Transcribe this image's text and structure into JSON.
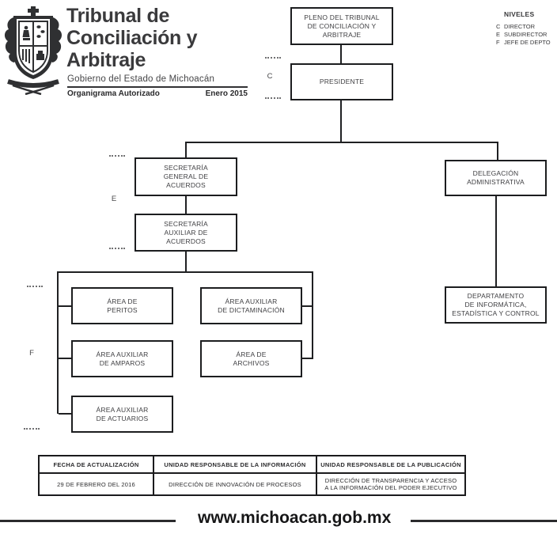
{
  "brand": {
    "title_line1": "Tribunal de",
    "title_line2": "Conciliación y",
    "title_line3": "Arbitraje",
    "subtitle": "Gobierno del Estado de Michoacán",
    "bar_left": "Organigrama Autorizado",
    "bar_right": "Enero 2015",
    "logo_icon": "michoacan-coat-of-arms"
  },
  "legend": {
    "title": "NIVELES",
    "items": [
      {
        "code": "C",
        "label": "DIRECTOR"
      },
      {
        "code": "E",
        "label": "SUBDIRECTOR"
      },
      {
        "code": "F",
        "label": "JEFE DE DEPTO"
      }
    ]
  },
  "org": {
    "nodes": [
      {
        "id": "pleno",
        "label": "PLENO DEL TRIBUNAL\nDE CONCILIACIÓN Y\nARBITRAJE"
      },
      {
        "id": "presidente",
        "label": "PRESIDENTE"
      },
      {
        "id": "secretaria-general",
        "label": "SECRETARÍA\nGENERAL DE\nACUERDOS"
      },
      {
        "id": "secretaria-auxiliar",
        "label": "SECRETARÍA\nAUXILIAR DE\nACUERDOS"
      },
      {
        "id": "delegacion",
        "label": "DELEGACIÓN\nADMINISTRATIVA"
      },
      {
        "id": "depto-informatica",
        "label": "DEPARTAMENTO\nDE INFORMÁTICA,\nESTADÍSTICA Y CONTROL"
      },
      {
        "id": "area-peritos",
        "label": "ÁREA DE\nPERITOS"
      },
      {
        "id": "area-dictaminacion",
        "label": "ÁREA AUXILIAR\nDE DICTAMINACIÓN"
      },
      {
        "id": "area-amparos",
        "label": "ÁREA AUXILIAR\nDE AMPAROS"
      },
      {
        "id": "area-archivos",
        "label": "ÁREA DE\nARCHIVOS"
      },
      {
        "id": "area-actuarios",
        "label": "ÁREA AUXILIAR\nDE ACTUARIOS"
      }
    ]
  },
  "table": {
    "headers": [
      "FECHA DE ACTUALIZACIÓN",
      "UNIDAD RESPONSABLE DE LA INFORMACIÓN",
      "UNIDAD RESPONSABLE DE LA PUBLICACIÓN"
    ],
    "values": [
      "29 DE FEBRERO DEL 2016",
      "DIRECCIÓN DE INNOVACIÓN DE PROCESOS",
      "DIRECCIÓN DE TRANSPARENCIA Y ACCESO\nA LA INFORMACIÓN DEL PODER EJECUTIVO"
    ]
  },
  "footer": {
    "url": "www.michoacan.gob.mx"
  },
  "colors": {
    "ink": "#2a2a2c",
    "line": "#1f2022",
    "box_border": "#1c1d1f"
  }
}
